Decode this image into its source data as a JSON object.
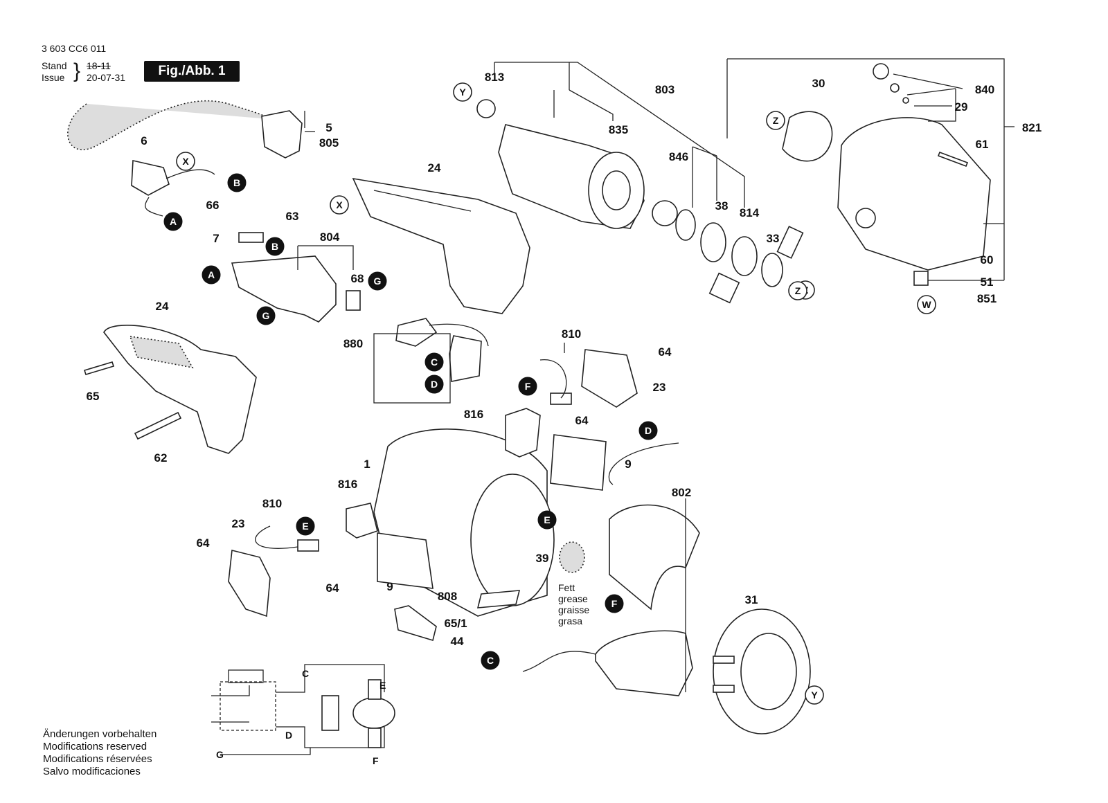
{
  "header": {
    "doc_number": "3 603 CC6 011",
    "stand_label": "Stand",
    "stand_value": "18-11",
    "issue_label": "Issue",
    "issue_value": "20-07-31",
    "figure_badge": "Fig./Abb. 1"
  },
  "part_labels": [
    "813",
    "803",
    "30",
    "840",
    "821",
    "29",
    "835",
    "846",
    "61",
    "38",
    "814",
    "33",
    "60",
    "51",
    "851",
    "5",
    "805",
    "6",
    "24",
    "66",
    "63",
    "7",
    "804",
    "68",
    "880",
    "24",
    "65",
    "62",
    "810",
    "64",
    "23",
    "816",
    "64",
    "9",
    "1",
    "802",
    "816",
    "810",
    "23",
    "64",
    "64",
    "9",
    "39",
    "808",
    "65/1",
    "44",
    "31"
  ],
  "connector_markers": [
    "Y",
    "Z",
    "X",
    "B",
    "A",
    "B",
    "A",
    "G",
    "G",
    "C",
    "D",
    "F",
    "D",
    "E",
    "E",
    "W",
    "Z",
    "F",
    "C",
    "Y",
    "X",
    "Z"
  ],
  "grease_note": [
    "Fett",
    "grease",
    "graisse",
    "grasa"
  ],
  "schematic_labels": [
    "C",
    "E",
    "D",
    "F",
    "G"
  ],
  "footer_notes": [
    "Änderungen vorbehalten",
    "Modifications reserved",
    "Modifications réservées",
    "Salvo modificaciones"
  ]
}
